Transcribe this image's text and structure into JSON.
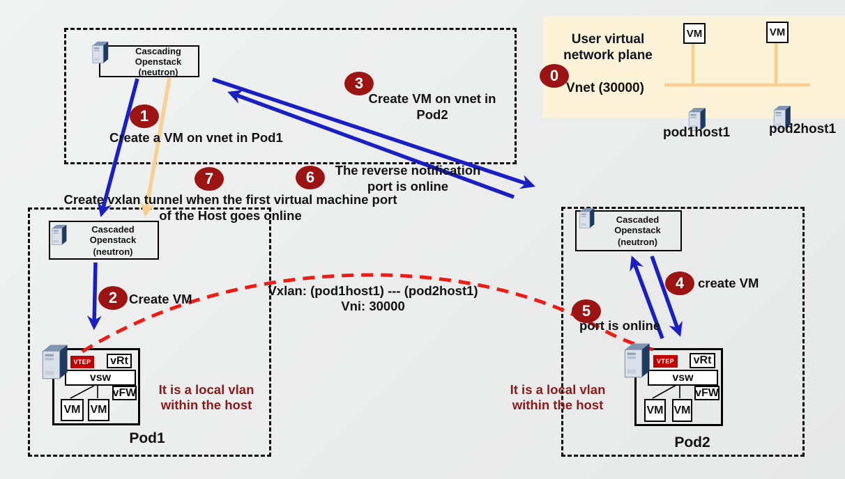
{
  "colors": {
    "arrow_blue": "#1a1fc4",
    "tunnel_red": "#ed1c16",
    "badge_red": "#9c1313",
    "note_red": "#8b1a1a",
    "vtep_red": "#c00000",
    "plane_cream": "#fbf2d7",
    "vnet_tan": "#f7ce8e"
  },
  "user_plane": {
    "title_line1": "User virtual",
    "title_line2": "network plane",
    "vnet_label": "Vnet  (30000)",
    "vm_left": "VM",
    "vm_right": "VM",
    "host_left": "pod1host1",
    "host_right": "pod2host1"
  },
  "cascading": {
    "line1": "Cascading",
    "line2": "Openstack",
    "line3": "(neutron)"
  },
  "pod1": {
    "label": "Pod1",
    "cascaded_line1": "Cascaded",
    "cascaded_line2": "Openstack",
    "cascaded_line3": "(neutron)",
    "host": {
      "vtep": "VTEP",
      "vrt": "vRt",
      "vsw": "vsw",
      "vfw": "vFW",
      "vm1": "VM",
      "vm2": "VM"
    },
    "note_line1": "It is a local vlan",
    "note_line2": "within the host"
  },
  "pod2": {
    "label": "Pod2",
    "cascaded_line1": "Cascaded",
    "cascaded_line2": "Openstack",
    "cascaded_line3": "(neutron)",
    "host": {
      "vtep": "VTEP",
      "vrt": "vRt",
      "vsw": "vsw",
      "vfw": "vFW",
      "vm1": "VM",
      "vm2": "VM"
    },
    "note_line1": "It is a local vlan",
    "note_line2": "within the host"
  },
  "steps": {
    "s0": {
      "num": "0"
    },
    "s1": {
      "num": "1",
      "text": "Create a VM on vnet in Pod1"
    },
    "s2": {
      "num": "2",
      "text": "Create VM"
    },
    "s3": {
      "num": "3",
      "line1": "Create VM on vnet in",
      "line2": "Pod2"
    },
    "s4": {
      "num": "4",
      "text": "create VM"
    },
    "s5": {
      "num": "5",
      "text": "port is online"
    },
    "s6": {
      "num": "6",
      "line1": "The reverse notification",
      "line2": "port is online"
    },
    "s7": {
      "num": "7",
      "line1": "Create vxlan tunnel when the first virtual machine port",
      "line2": "of the Host goes online"
    }
  },
  "tunnel": {
    "line1": "Vxlan: (pod1host1)  --- (pod2host1)",
    "line2": "Vni:  30000"
  }
}
